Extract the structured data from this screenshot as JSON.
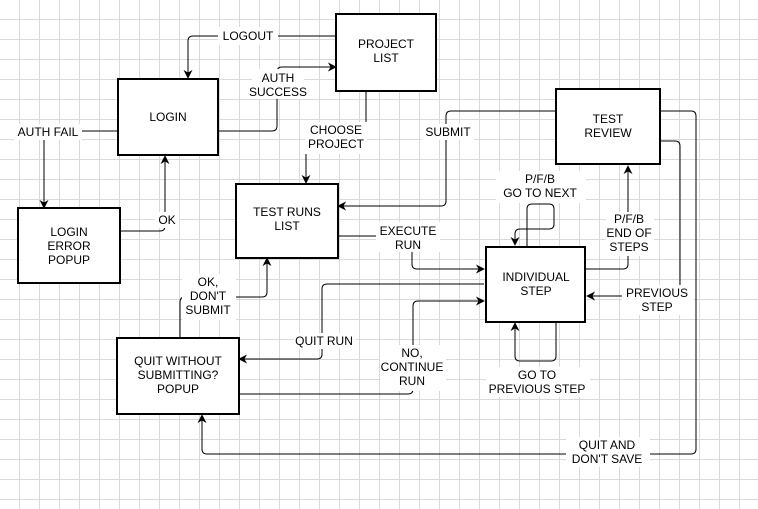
{
  "nodes": {
    "login": [
      "LOGIN"
    ],
    "project_list": [
      "PROJECT",
      "LIST"
    ],
    "login_error": [
      "LOGIN",
      "ERROR",
      "POPUP"
    ],
    "test_runs": [
      "TEST RUNS",
      "LIST"
    ],
    "test_review": [
      "TEST",
      "REVIEW"
    ],
    "individual_step": [
      "INDIVIDUAL",
      "STEP"
    ],
    "quit_popup": [
      "QUIT WITHOUT",
      "SUBMITTING?",
      "POPUP"
    ]
  },
  "edges": {
    "logout": [
      "LOGOUT"
    ],
    "auth_success": [
      "AUTH",
      "SUCCESS"
    ],
    "auth_fail": [
      "AUTH FAIL"
    ],
    "ok": [
      "OK"
    ],
    "choose_project": [
      "CHOOSE",
      "PROJECT"
    ],
    "submit": [
      "SUBMIT"
    ],
    "execute_run": [
      "EXECUTE",
      "RUN"
    ],
    "go_to_next": [
      "P/F/B",
      "GO TO NEXT"
    ],
    "end_of_steps": [
      "P/F/B",
      "END OF",
      "STEPS"
    ],
    "previous_step": [
      "PREVIOUS",
      "STEP"
    ],
    "ok_dont_submit": [
      "OK,",
      "DON'T",
      "SUBMIT"
    ],
    "quit_run": [
      "QUIT RUN"
    ],
    "no_continue_run": [
      "NO,",
      "CONTINUE",
      "RUN"
    ],
    "go_to_previous_step": [
      "GO TO",
      "PREVIOUS STEP"
    ],
    "quit_and_dont_save": [
      "QUIT AND",
      "DON'T SAVE"
    ]
  }
}
